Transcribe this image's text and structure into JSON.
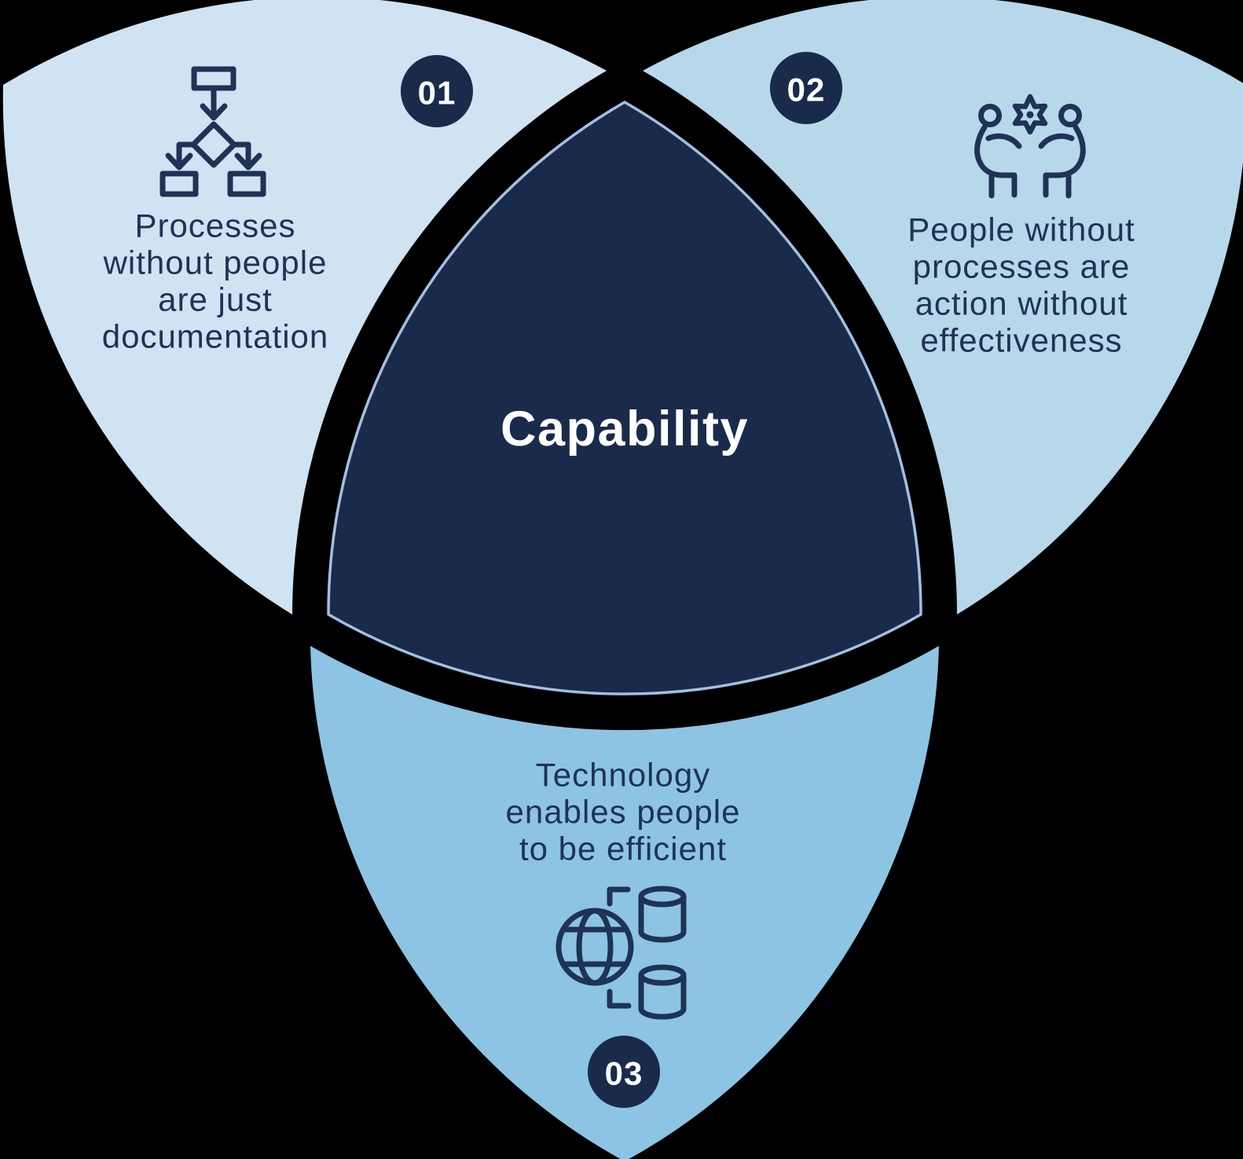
{
  "colors": {
    "background": "#000000",
    "navy": "#1a2a4b",
    "petal-processes": "#cfe3f2",
    "petal-people": "#b7d7ea",
    "petal-technology": "#8dc4e3",
    "center-outline": "#a4bfe2",
    "ink": "#1e3355",
    "badge-text": "#ffffff",
    "center-text": "#ffffff"
  },
  "center": {
    "label": "Capability"
  },
  "petals": [
    {
      "number": "01",
      "icon": "flowchart-icon",
      "lines": [
        "Processes",
        "without people",
        "are just",
        "documentation"
      ]
    },
    {
      "number": "02",
      "icon": "people-gear-icon",
      "lines": [
        "People without",
        "processes are",
        "action without",
        "effectiveness"
      ]
    },
    {
      "number": "03",
      "icon": "globe-database-icon",
      "lines": [
        "Technology",
        "enables people",
        "to be efficient"
      ]
    }
  ]
}
